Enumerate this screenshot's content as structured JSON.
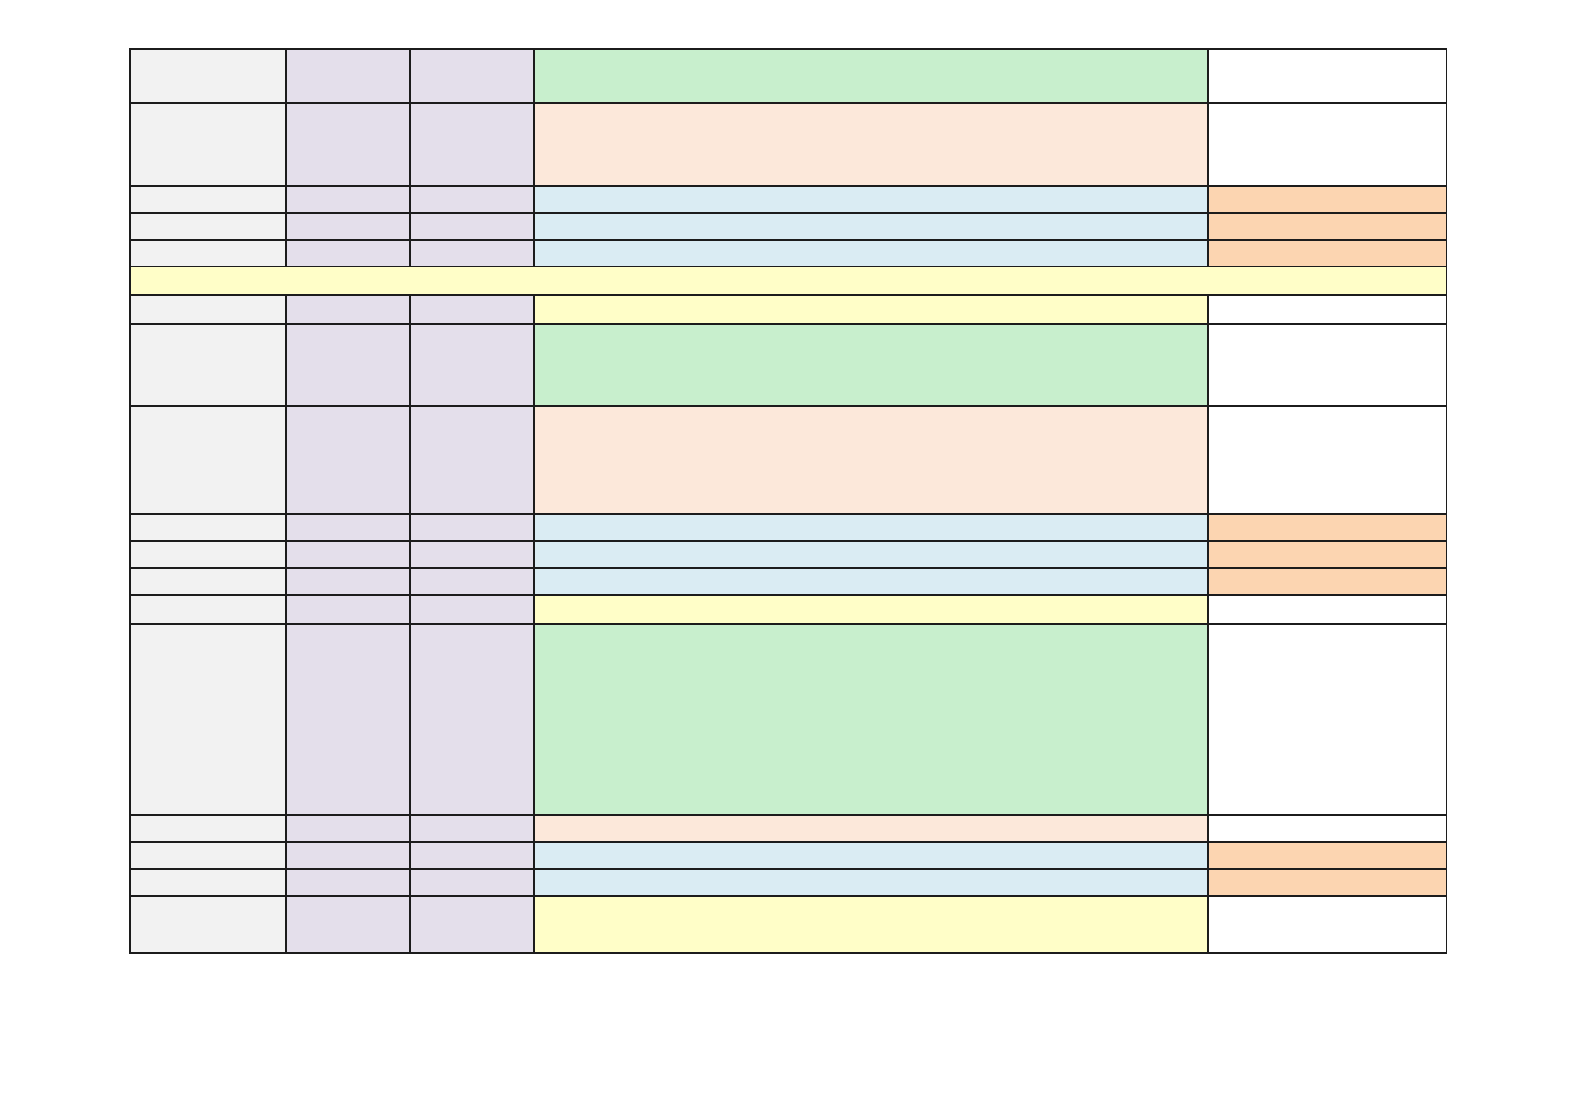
{
  "palette": {
    "grey": "#f2f2f2",
    "lavender": "#e4dfeb",
    "green": "#c8efcd",
    "peach": "#fce8da",
    "blue": "#daecf3",
    "yellow": "#fffec8",
    "orange": "#fcd5b1",
    "white": "#ffffff",
    "border": "#1c1c1c"
  },
  "rows": [
    {
      "height": 60,
      "colors": [
        "grey",
        "lavender",
        "lavender",
        "green",
        "white"
      ]
    },
    {
      "height": 92,
      "colors": [
        "grey",
        "lavender",
        "lavender",
        "peach",
        "white"
      ]
    },
    {
      "height": 30,
      "colors": [
        "grey",
        "lavender",
        "lavender",
        "blue",
        "orange"
      ]
    },
    {
      "height": 30,
      "colors": [
        "grey",
        "lavender",
        "lavender",
        "blue",
        "orange"
      ]
    },
    {
      "height": 30,
      "colors": [
        "grey",
        "lavender",
        "lavender",
        "blue",
        "orange"
      ]
    },
    {
      "height": 32,
      "full": "yellow"
    },
    {
      "height": 32,
      "colors": [
        "grey",
        "lavender",
        "lavender",
        "yellow",
        "white"
      ]
    },
    {
      "height": 91,
      "colors": [
        "grey",
        "lavender",
        "lavender",
        "green",
        "white"
      ]
    },
    {
      "height": 121,
      "colors": [
        "grey",
        "lavender",
        "lavender",
        "peach",
        "white"
      ]
    },
    {
      "height": 30,
      "colors": [
        "grey",
        "lavender",
        "lavender",
        "blue",
        "orange"
      ]
    },
    {
      "height": 30,
      "colors": [
        "grey",
        "lavender",
        "lavender",
        "blue",
        "orange"
      ]
    },
    {
      "height": 30,
      "colors": [
        "grey",
        "lavender",
        "lavender",
        "blue",
        "orange"
      ]
    },
    {
      "height": 32,
      "colors": [
        "grey",
        "lavender",
        "lavender",
        "yellow",
        "white"
      ]
    },
    {
      "height": 213,
      "colors": [
        "grey",
        "lavender",
        "lavender",
        "green",
        "white"
      ]
    },
    {
      "height": 30,
      "colors": [
        "grey",
        "lavender",
        "lavender",
        "peach",
        "white"
      ]
    },
    {
      "height": 30,
      "colors": [
        "grey",
        "lavender",
        "lavender",
        "blue",
        "orange"
      ]
    },
    {
      "height": 30,
      "colors": [
        "grey",
        "lavender",
        "lavender",
        "blue",
        "orange"
      ]
    },
    {
      "height": 64,
      "colors": [
        "grey",
        "lavender",
        "lavender",
        "yellow",
        "white"
      ]
    }
  ]
}
